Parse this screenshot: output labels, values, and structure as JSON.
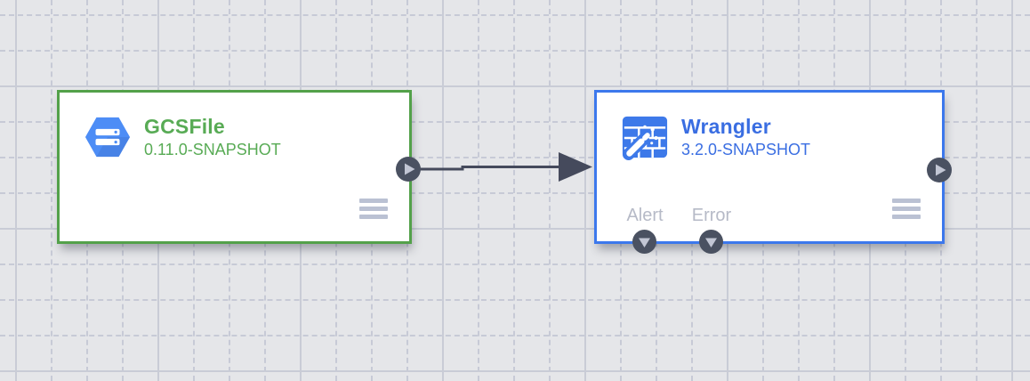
{
  "colors": {
    "bg": "#e5e6e9",
    "gridMinor": "#c7cad6",
    "gridMajor": "#c9ccd6",
    "green": "#53a14a",
    "greenText": "#58ab55",
    "blue": "#3c78ec",
    "blueText": "#3a6ee2",
    "port": "#4a5161",
    "portGlyph": "#c2c6d4",
    "line": "#454a5c",
    "muted": "#b6bac7",
    "menu": "#bac1d3",
    "nodeBg": "#ffffff"
  },
  "nodes": [
    {
      "title": "GCSFile",
      "version": "0.11.0-SNAPSHOT",
      "accent": "green",
      "icon": "gcs-bucket-icon",
      "menu_icon": "hamburger-menu-icon",
      "output_port_icon": "play-icon"
    },
    {
      "title": "Wrangler",
      "version": "3.2.0-SNAPSHOT",
      "accent": "blue",
      "icon": "wrangler-wand-icon",
      "menu_icon": "hamburger-menu-icon",
      "output_port_icon": "play-icon",
      "bottom_ports": [
        {
          "label": "Alert",
          "icon": "triangle-down-icon"
        },
        {
          "label": "Error",
          "icon": "triangle-down-icon"
        }
      ]
    }
  ],
  "connections": [
    {
      "from": "GCSFile",
      "to": "Wrangler"
    }
  ]
}
